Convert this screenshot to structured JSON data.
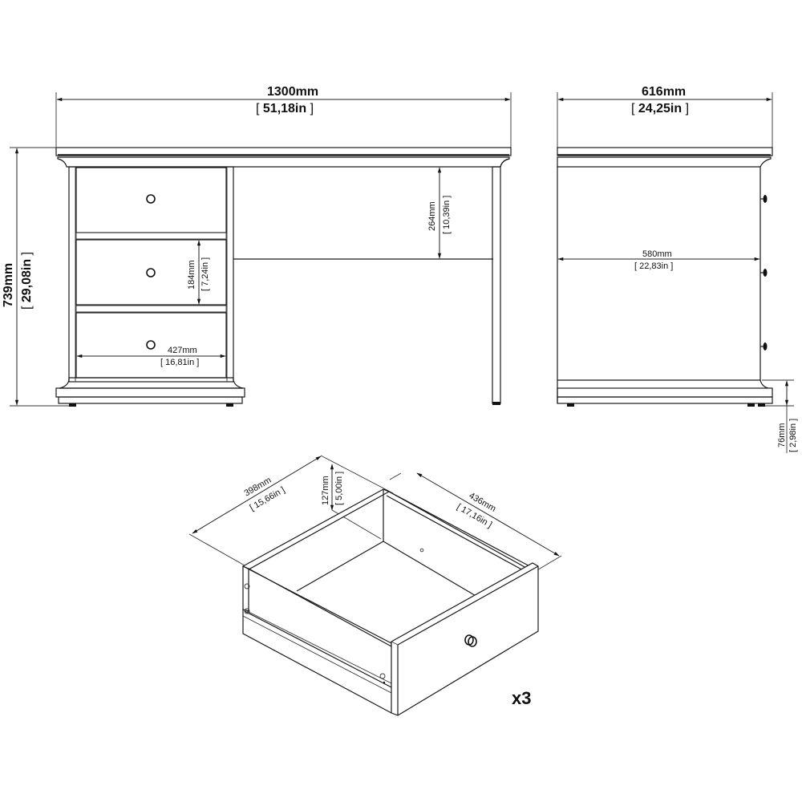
{
  "front_view": {
    "width": {
      "mm": "1300mm",
      "in": "51,18in"
    },
    "height": {
      "mm": "739mm",
      "in": "29,08in"
    },
    "modesty_panel_height": {
      "mm": "264mm",
      "in": "10,39in"
    },
    "drawer_height": {
      "mm": "184mm",
      "in": "7,24in"
    },
    "drawer_width": {
      "mm": "427mm",
      "in": "16,81in"
    },
    "drawer_count": 3
  },
  "side_view": {
    "depth": {
      "mm": "616mm",
      "in": "24,25in"
    },
    "inner_depth": {
      "mm": "580mm",
      "in": "22,83in"
    },
    "plinth_height": {
      "mm": "76mm",
      "in": "2,98in"
    }
  },
  "drawer_detail": {
    "depth": {
      "mm": "398mm",
      "in": "15,66in"
    },
    "height": {
      "mm": "127mm",
      "in": "5,00in"
    },
    "width": {
      "mm": "436mm",
      "in": "17,16in"
    },
    "quantity_label": "x3"
  }
}
